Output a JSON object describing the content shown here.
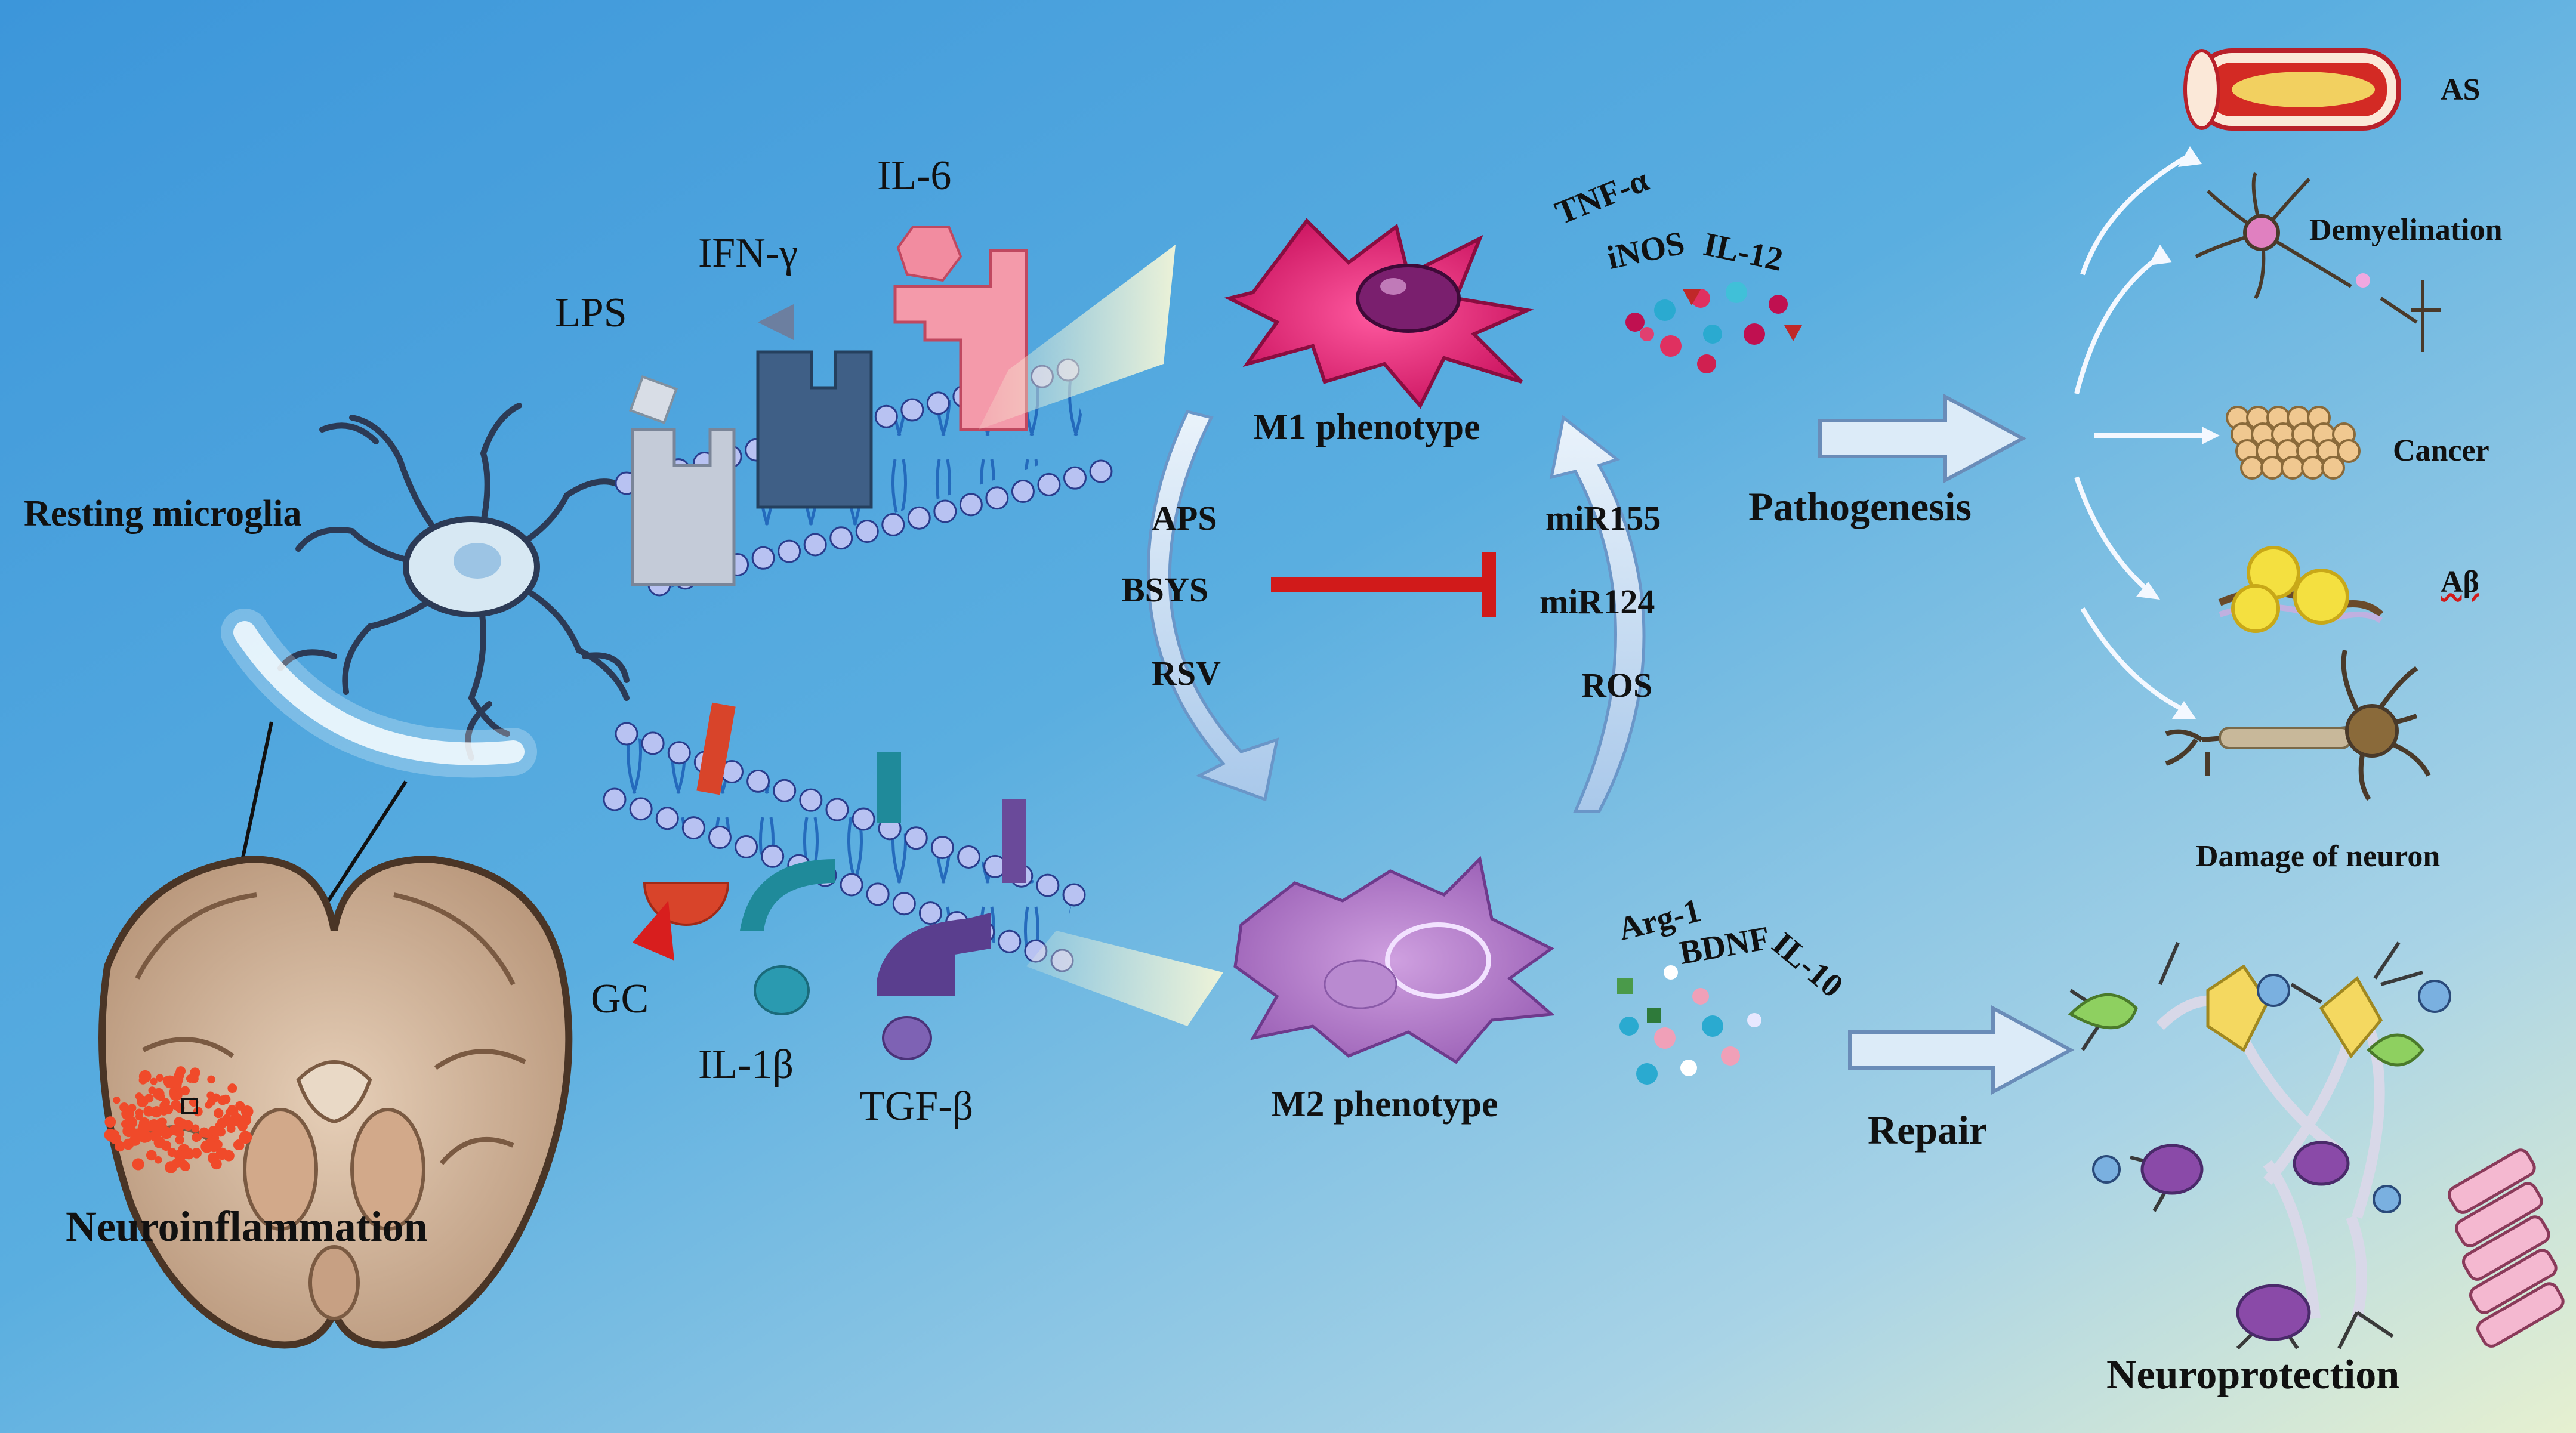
{
  "labels": {
    "resting_microglia": "Resting microglia",
    "neuroinflammation": "Neuroinflammation",
    "lps": "LPS",
    "ifn_gamma": "IFN-γ",
    "il6": "IL-6",
    "gc": "GC",
    "il1b": "IL-1β",
    "tgfb": "TGF-β",
    "m1": "M1 phenotype",
    "m2": "M2 phenotype",
    "m1_factors": {
      "tnfa": "TNF-α",
      "inos": "iNOS",
      "il12": "IL-12"
    },
    "m2_factors": {
      "arg1": "Arg-1",
      "bdnf": "BDNF",
      "il10": "IL-10"
    },
    "inhibitors": [
      "APS",
      "BSYS",
      "RSV"
    ],
    "promoters": [
      "miR155",
      "miR124",
      "ROS"
    ],
    "pathogenesis": "Pathogenesis",
    "repair": "Repair",
    "outcomes": {
      "as": "AS",
      "demyelination": "Demyelination",
      "cancer": "Cancer",
      "abeta": "Aβ",
      "damage": "Damage of neuron"
    },
    "neuroprotection": "Neuroprotection"
  },
  "colors": {
    "background_top": "#3f9bdc",
    "background_bottom": "#d6ecd8",
    "m1_cell": "#e0176e",
    "m2_cell": "#b07ac8",
    "inhibit_bar": "#d11a1a",
    "membrane": "#1f63b8",
    "lipid_head": "#aeb8ee"
  }
}
